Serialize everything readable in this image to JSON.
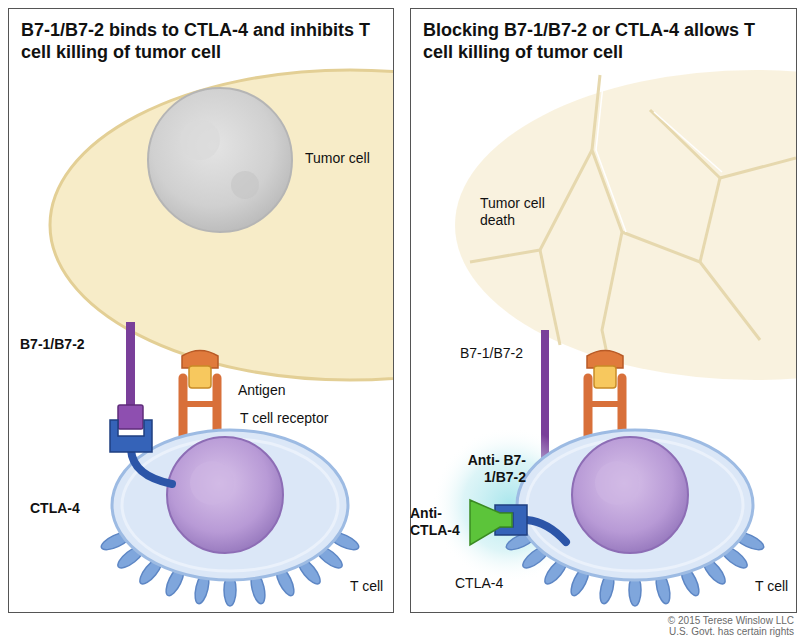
{
  "diagram": {
    "nodes": [
      {
        "text": [
          "B7-1/B7-2 binds to CTLA-4 and inhibits T cell killing of tumor cell"
        ]
      },
      {
        "text": [
          "Blocking B7-1/B7-2 or CTLA-4 allows T cell killing of tumor cell"
        ]
      }
    ],
    "labels": [
      "Tumor cell",
      "B7-1/B7-2",
      "Antigen",
      "T cell receptor",
      "CTLA-4",
      "T cell",
      "Tumor cell death",
      "B7-1/B7-2",
      "Anti- B7-1/B7-2",
      "Anti- CTLA-4",
      "CTLA-4",
      "T cell",
      "© 2015 Terese Winslow LLC",
      "U.S. Govt. has certain rights"
    ]
  }
}
